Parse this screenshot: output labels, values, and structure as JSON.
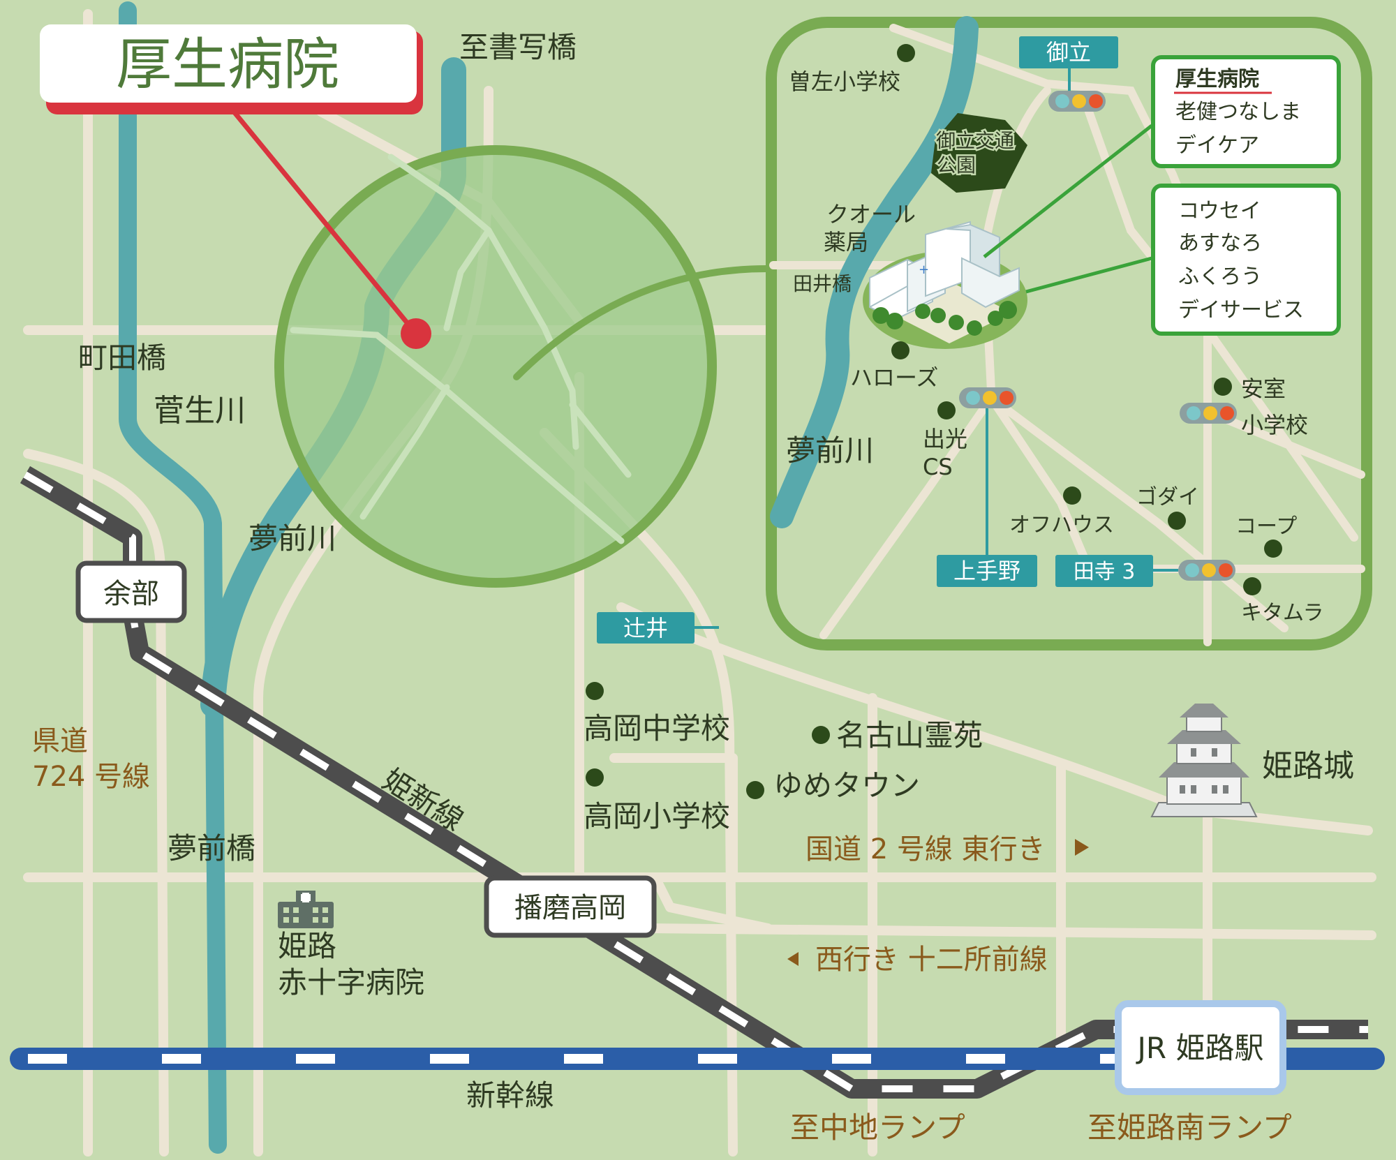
{
  "hospital": {
    "name": "厚生病院"
  },
  "areas": {
    "to_shoshazan_bridge": "至書写橋",
    "machida_bridge": "町田橋",
    "sugo_river": "菅生川",
    "yumesaki_river_main": "夢前川",
    "yobe_station": "余部",
    "prefectural_road_1": "県道",
    "prefectural_road_2": "724 号線",
    "yumesaki_bridge": "夢前橋",
    "himeji_red_cross_1": "姫路",
    "himeji_red_cross_2": "赤十字病院",
    "kishin_line": "姫新線",
    "harima_takaoka": "播磨高岡",
    "tsujii": "辻井",
    "takaoka_junior_high": "高岡中学校",
    "takaoka_elementary": "高岡小学校",
    "nagoyama_cemetery": "名古山霊苑",
    "youme_town": "ゆめタウン",
    "himeji_castle": "姫路城",
    "route2_east": "国道 2 号線  東行き",
    "route_west": "西行き  十二所前線",
    "shinkansen": "新幹線",
    "jr_himeji_station": "JR 姫路駅",
    "to_nakachi_ramp": "至中地ランプ",
    "to_himeji_south_ramp": "至姫路南ランプ"
  },
  "inset": {
    "misato_signal": "御立",
    "sosa_elementary": "曽左小学校",
    "park_1": "御立交通",
    "park_2": "公園",
    "qol_pharmacy_1": "クオール",
    "qol_pharmacy_2": "薬局",
    "tai_bridge": "田井橋",
    "halows": "ハローズ",
    "yumesaki_river": "夢前川",
    "idemitsu_1": "出光",
    "idemitsu_2": "CS",
    "kamitenno": "上手野",
    "tadera3": "田寺 3",
    "off_house": "オフハウス",
    "godai": "ゴダイ",
    "coop": "コープ",
    "kitamura": "キタムラ",
    "anshitsu_1": "安室",
    "anshitsu_2": "小学校",
    "facility_box_1": [
      "厚生病院",
      "老健つなしま",
      "デイケア"
    ],
    "facility_box_2": [
      "コウセイ",
      "あすなろ",
      "ふくろう",
      "デイサービス"
    ]
  },
  "colors": {
    "background": "#c6dbb0",
    "road": "#ece5d4",
    "river": "#58a9ac",
    "accent_red": "#d9343e",
    "accent_green": "#79ab52",
    "label_teal": "#2e9ba1",
    "shinkansen": "#2b5ea8"
  }
}
